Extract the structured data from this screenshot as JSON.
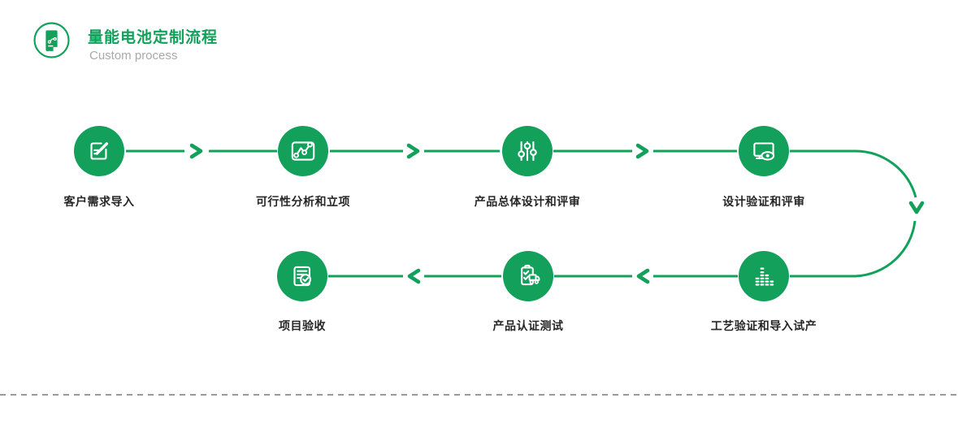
{
  "header": {
    "title": "量能电池定制流程",
    "subtitle": "Custom process",
    "logo_icon": "process-document-icon"
  },
  "process": {
    "steps": [
      {
        "label": "客户需求导入",
        "icon": "edit-note-icon",
        "row": 1
      },
      {
        "label": "可行性分析和立项",
        "icon": "trend-chart-icon",
        "row": 1
      },
      {
        "label": "产品总体设计和评审",
        "icon": "sliders-icon",
        "row": 1
      },
      {
        "label": "设计验证和评审",
        "icon": "monitor-eye-icon",
        "row": 1
      },
      {
        "label": "工艺验证和导入试产",
        "icon": "equalizer-bars-icon",
        "row": 2
      },
      {
        "label": "产品认证测试",
        "icon": "checklist-truck-icon",
        "row": 2
      },
      {
        "label": "项目验收",
        "icon": "document-check-icon",
        "row": 2
      }
    ],
    "flow_note": "row 1 left-to-right, curve down at right, row 2 right-to-left"
  },
  "colors": {
    "accent_green": "#12a05a",
    "label_text": "#262626",
    "subtitle_text": "#a9a9a9",
    "divider_dash": "#9a9a9a"
  }
}
